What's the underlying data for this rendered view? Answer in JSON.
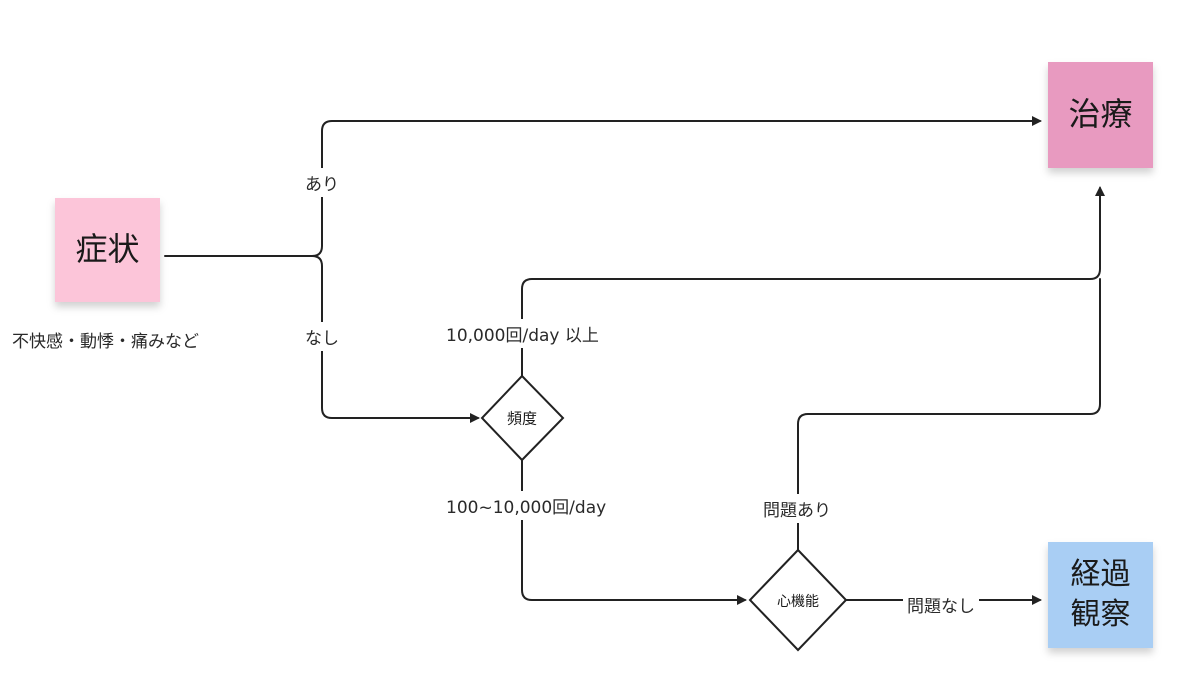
{
  "colors": {
    "symptom_note": "#fcc5d9",
    "treatment_note": "#e89ac0",
    "observation_note": "#a9cef4",
    "connector": "#222222"
  },
  "nodes": {
    "symptom": "症状",
    "symptom_note": "不快感・動悸・痛みなど",
    "treatment": "治療",
    "observation_line1": "経過",
    "observation_line2": "観察",
    "frequency_decision": "頻度",
    "cardiac_decision": "心機能"
  },
  "edges": {
    "yes": "あり",
    "no": "なし",
    "high_frequency": "10,000回/day 以上",
    "low_frequency": "100~10,000回/day",
    "problem_yes": "問題あり",
    "problem_no": "問題なし"
  }
}
